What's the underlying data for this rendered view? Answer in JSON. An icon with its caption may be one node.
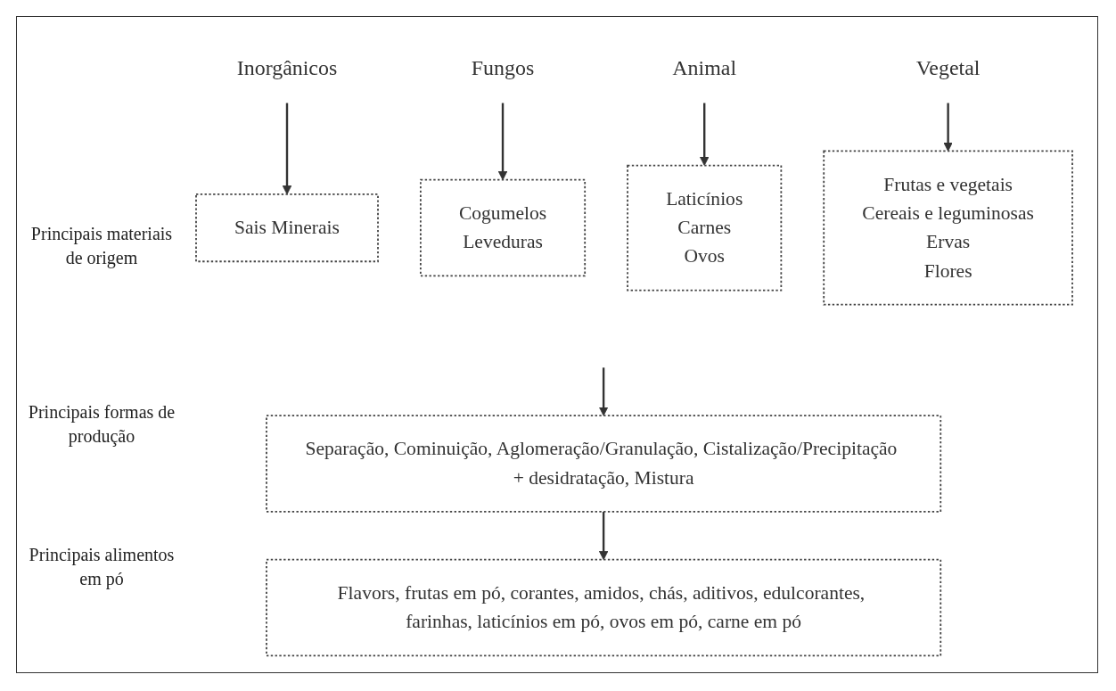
{
  "diagram": {
    "nodes": [
      {
        "text": [
          "Inorgânicos"
        ]
      },
      {
        "text": [
          "Fungos"
        ]
      },
      {
        "text": [
          "Animal"
        ]
      },
      {
        "text": [
          "Vegetal"
        ]
      },
      {
        "text": [
          "Sais Minerais"
        ]
      },
      {
        "text": [
          "Cogumelos",
          "Leveduras"
        ]
      },
      {
        "text": [
          "Laticínios",
          "Carnes",
          "Ovos"
        ]
      },
      {
        "text": [
          "Frutas e vegetais",
          "Cereais e leguminosas",
          "Ervas",
          "Flores"
        ]
      },
      {
        "text": [
          "Separação, Cominuição, Aglomeração/Granulação, Cistalização/Precipitação + desidratação, Mistura"
        ]
      },
      {
        "text": [
          "Flavors, frutas em pó, corantes, amidos, chás, aditivos, edulcorantes, farinhas, laticínios em pó, ovos em pó, carne em pó"
        ]
      }
    ],
    "edges": [
      {
        "from": 0,
        "to": 4,
        "arrow": "to"
      },
      {
        "from": 1,
        "to": 5,
        "arrow": "to"
      },
      {
        "from": 2,
        "to": 6,
        "arrow": "to"
      },
      {
        "from": 3,
        "to": 7,
        "arrow": "to"
      },
      {
        "from": null,
        "to": 8,
        "arrow": "to"
      },
      {
        "from": 8,
        "to": 9,
        "arrow": "to"
      }
    ],
    "labels": [
      "Principais materiais de origem",
      "Principais formas de produção",
      "Principais alimentos em pó"
    ]
  }
}
